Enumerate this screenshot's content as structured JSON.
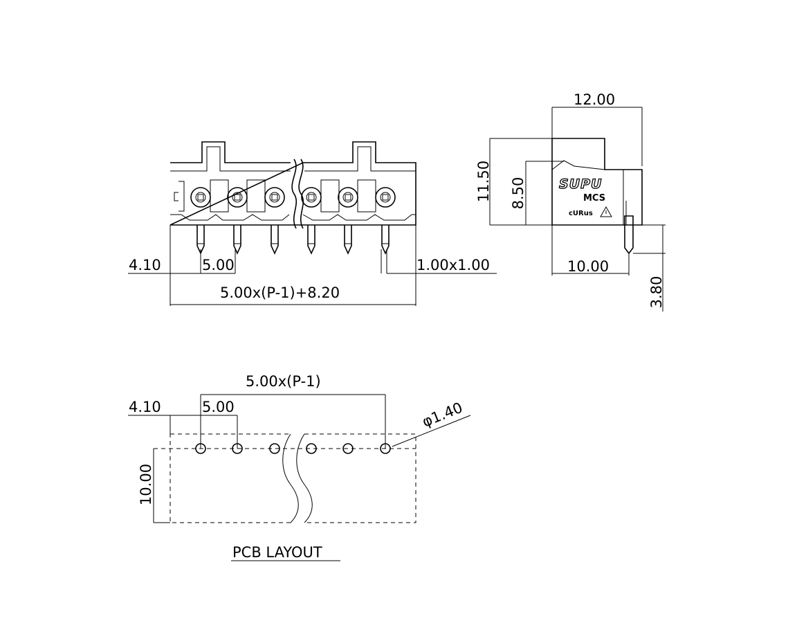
{
  "front_view": {
    "dim_offset": "4.10",
    "dim_pitch": "5.00",
    "dim_pin": "1.00x1.00",
    "dim_total": "5.00x(P-1)+8.20",
    "pin_count_shown": 6
  },
  "side_view": {
    "dim_depth": "12.00",
    "dim_height": "11.50",
    "dim_body_height": "8.50",
    "dim_pin_offset": "10.00",
    "dim_pin_length": "3.80",
    "brand": "SUPU",
    "model": "MCS",
    "cert_mark": "cURus"
  },
  "pcb_layout": {
    "title": "PCB LAYOUT",
    "dim_span": "5.00x(P-1)",
    "dim_offset": "4.10",
    "dim_pitch": "5.00",
    "dim_hole": "φ1.40",
    "dim_depth": "10.00",
    "hole_count_shown": 6
  }
}
